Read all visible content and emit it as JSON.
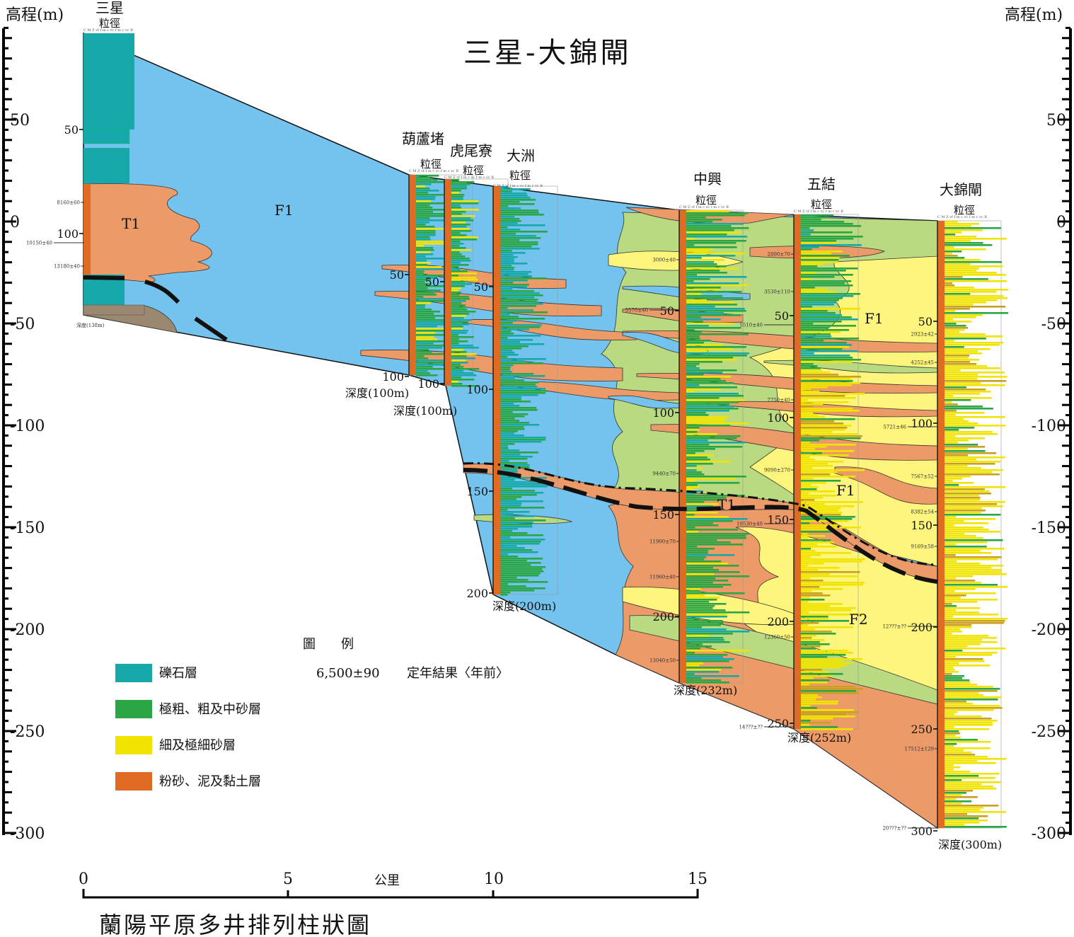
{
  "title": "三星-大錦閘",
  "caption": "蘭陽平原多井排列柱狀圖",
  "axis": {
    "left_label": "高程(m)",
    "right_label": "高程(m)",
    "ticks": [
      "50",
      "0",
      "-50",
      "-100",
      "-150",
      "-200",
      "-250",
      "-300"
    ]
  },
  "grain_label": "粒徑",
  "grain_scale": "C M Z vf f m c vc f m c vc B",
  "wells": [
    {
      "name": "三星",
      "depth_ticks": [
        "50",
        "100"
      ],
      "total_depth": "深度(138m)",
      "dates": [
        "8160±60",
        "10150±40",
        "13180±40"
      ]
    },
    {
      "name": "葫蘆堵",
      "depth_ticks": [
        "50",
        "100"
      ],
      "total_depth": "深度(100m)",
      "dates": []
    },
    {
      "name": "虎尾寮",
      "depth_ticks": [
        "50",
        "100"
      ],
      "total_depth": "深度(100m)",
      "dates": []
    },
    {
      "name": "大洲",
      "depth_ticks": [
        "50",
        "100",
        "150",
        "200"
      ],
      "total_depth": "深度(200m)",
      "dates": []
    },
    {
      "name": "中興",
      "depth_ticks": [
        "50",
        "100",
        "150",
        "200"
      ],
      "total_depth": "深度(232m)",
      "dates": [
        "3000±40",
        "5570±40",
        "9440±70",
        "11900±70",
        "11960±40",
        "13040±50"
      ]
    },
    {
      "name": "五結",
      "depth_ticks": [
        "50",
        "100",
        "150",
        "200",
        "250"
      ],
      "total_depth": "深度(252m)",
      "dates": [
        "2800±70",
        "3530±110",
        "5510±40",
        "7750±40",
        "9090±270",
        "10530±40",
        "12360±50",
        "14???±??"
      ]
    },
    {
      "name": "大錦閘",
      "depth_ticks": [
        "50",
        "100",
        "150",
        "200",
        "250",
        "300"
      ],
      "total_depth": "深度(300m)",
      "dates": [
        "2923±42",
        "4252±45",
        "5721±46",
        "7567±52",
        "8382±54",
        "9169±58",
        "12???±??",
        "17512±129",
        "20???±??"
      ]
    }
  ],
  "units": {
    "f1_a": "F1",
    "f1_b": "F1",
    "f1_c": "F1",
    "t1_a": "T1",
    "t1_b": "T1",
    "f2": "F2"
  },
  "legend": {
    "title": "圖　　例",
    "items": [
      {
        "label": "礫石層",
        "color": "#17a9a9"
      },
      {
        "label": "極粗、粗及中砂層",
        "color": "#2aa645"
      },
      {
        "label": "細及極細砂層",
        "color": "#f0e400"
      },
      {
        "label": "粉砂、泥及黏土層",
        "color": "#e06b22"
      }
    ],
    "date_example": "6,500±90",
    "date_desc": "定年結果〈年前〉"
  },
  "scale_bar": {
    "ticks": [
      "0",
      "5",
      "10",
      "15"
    ],
    "unit": "公里"
  },
  "colors": {
    "blue": "#74c3ee",
    "green_fill": "#b9da80",
    "yellow_fill": "#fdf57c",
    "salmon_fill": "#ec9a68",
    "teal": "#17a9a9",
    "green": "#2aa645",
    "yellow": "#f0e400",
    "orange": "#e06b22"
  }
}
